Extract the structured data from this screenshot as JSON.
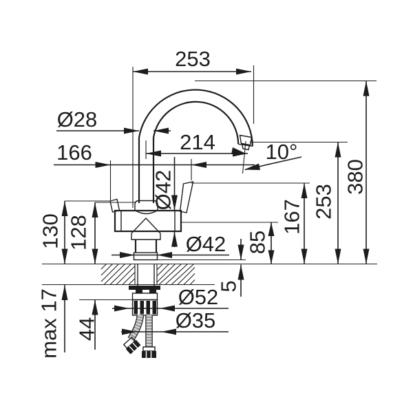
{
  "page": {
    "title": "faucet-dimension-drawing",
    "background_color": "#ffffff",
    "line_color": "#1d1d1d"
  },
  "dimensions": {
    "spout_width": "253",
    "spout_tube_diameter": "Ø28",
    "body_width_across_levers": "166",
    "spout_reach": "214",
    "outlet_angle": "10°",
    "total_height": "380",
    "outlet_height": "253",
    "lever_top_height": "167",
    "body_underside_height": "85",
    "base_plate_height": "5",
    "body_diameter": "Ø42",
    "base_diameter": "Ø42",
    "mounting_nut_diameter": "Ø52",
    "shank_diameter": "Ø35",
    "left_lever_height": "130",
    "tube_base_height": "128",
    "max_counter_thickness": "max 17",
    "under_counter_depth": "44"
  }
}
